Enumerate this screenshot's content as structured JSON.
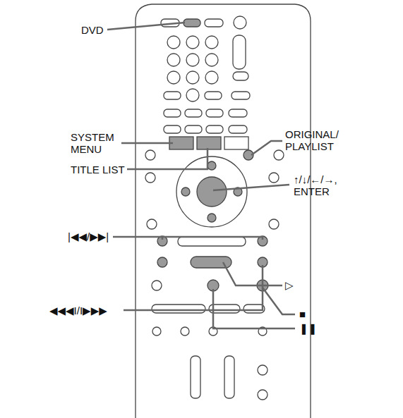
{
  "diagram": {
    "labels": [
      "DVD",
      "SYSTEM MENU",
      "TITLE LIST",
      "ORIGINAL/ PLAYLIST",
      "↑/↓/←/→, ENTER",
      "|◀◀/▶▶|",
      "▷",
      "◀◀◀I/I▶▶▶",
      "■",
      "❚❚"
    ]
  }
}
